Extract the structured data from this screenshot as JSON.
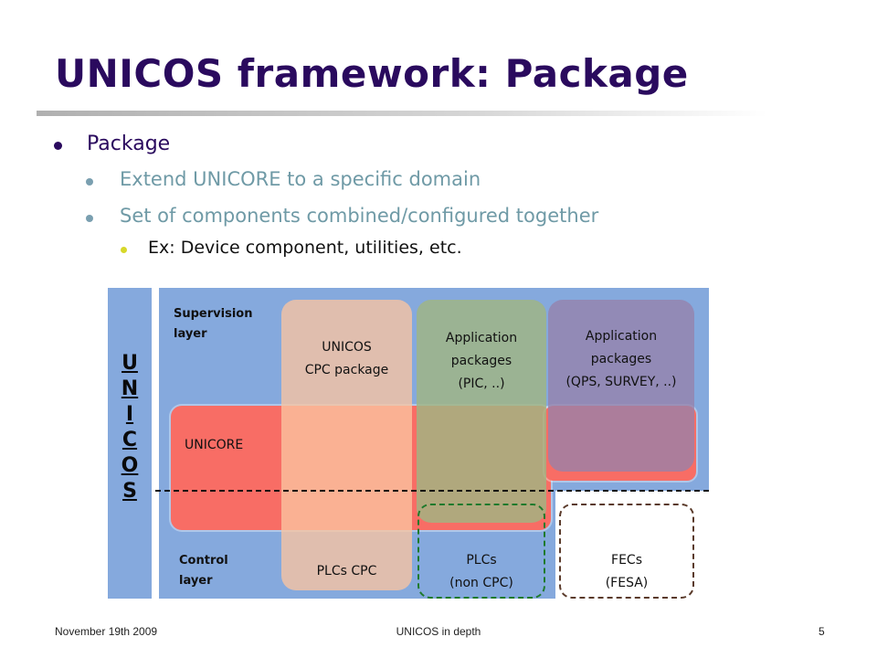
{
  "slide": {
    "title": "UNICOS framework: Package",
    "bullets": {
      "level1": "Package",
      "level2_a": "Extend UNICORE to a specific domain",
      "level2_b": "Set of components combined/configured together",
      "level3": "Ex: Device component, utilities, etc."
    }
  },
  "diagram": {
    "unicos_letters": [
      "U",
      "N",
      "I",
      "C",
      "O",
      "S"
    ],
    "supervision_layer": [
      "Supervision",
      "layer"
    ],
    "control_layer": [
      "Control",
      "layer"
    ],
    "unicore": "UNICORE",
    "cpc_package": [
      "UNICOS",
      "CPC package"
    ],
    "app_pic": [
      "Application",
      "packages",
      "(PIC, ..)"
    ],
    "app_qps": [
      "Application",
      "packages",
      "(QPS, SURVEY, ..)"
    ],
    "plcs_cpc": "PLCs CPC",
    "plcs_non_cpc": [
      "PLCs",
      "(non CPC)"
    ],
    "fecs": [
      "FECs",
      "(FESA)"
    ]
  },
  "footer": {
    "date": "November 19th 2009",
    "center": "UNICOS in depth",
    "page": "5"
  },
  "colors": {
    "title": "#2a0a5e",
    "subbullet": "#6f9aa6",
    "framework_blue": "#85a9dd",
    "unicore_red": "#f86d65",
    "cpc_peach": "#fac4a0",
    "pic_green": "#a0b482",
    "qps_purple": "#9682aa",
    "noncpc_border": "#1f7a2c",
    "fecs_border": "#5a3a2a"
  }
}
